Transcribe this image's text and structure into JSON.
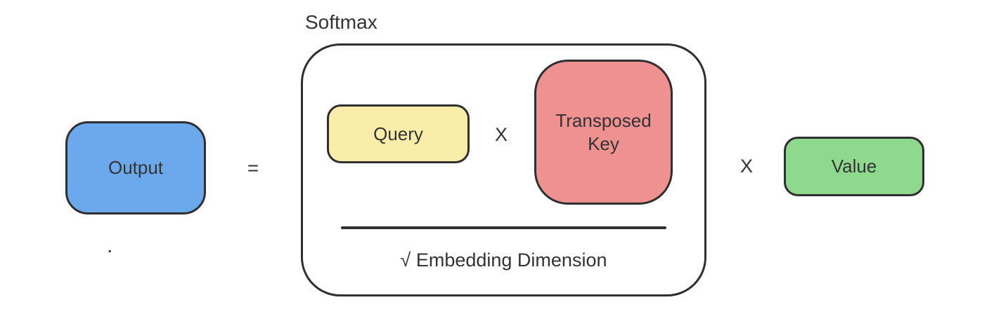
{
  "diagram": {
    "title_context": "Attention formula diagram",
    "equation": {
      "output_label": "Output",
      "equals_sign": "=",
      "softmax_label": "Softmax",
      "query_label": "Query",
      "multiply_sign_inner": "X",
      "transposed_key_label": "Transposed Key",
      "denominator_label": "√ Embedding Dimension",
      "multiply_sign_outer": "X",
      "value_label": "Value",
      "stray_dot": "."
    },
    "colors": {
      "output_fill": "#6CA9EC",
      "query_fill": "#FAEDA9",
      "transposed_key_fill": "#EF9191",
      "value_fill": "#8FD98F",
      "stroke": "#2F2F2F",
      "text": "#333333",
      "bg": "#FFFFFF"
    }
  }
}
